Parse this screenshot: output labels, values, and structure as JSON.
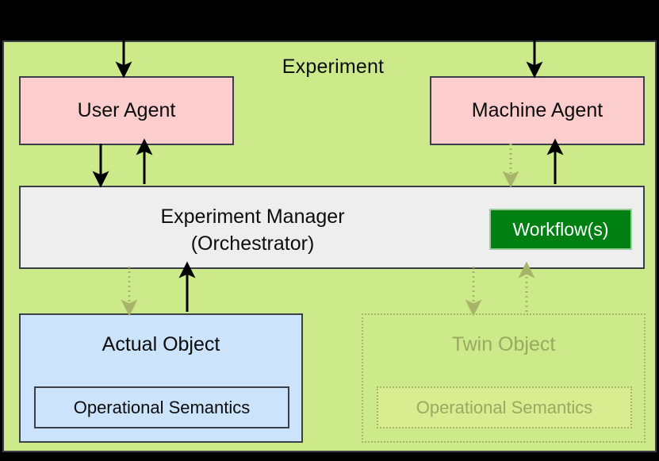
{
  "diagram": {
    "title": "Experiment",
    "background_color": "#000000",
    "frame_color": "#cdea8b",
    "border_color": "#3b4048"
  },
  "agents": {
    "user": {
      "label": "User Agent",
      "color": "#fccdcd"
    },
    "machine": {
      "label": "Machine Agent",
      "color": "#fccdcd"
    }
  },
  "manager": {
    "line1": "Experiment Manager",
    "line2": "(Orchestrator)",
    "color": "#eeeeee",
    "workflow": {
      "label": "Workflow(s)",
      "color": "#007f13",
      "text_color": "#ffffff"
    }
  },
  "actual_object": {
    "title": "Actual Object",
    "semantics": "Operational Semantics",
    "color": "#cce3fc"
  },
  "twin_object": {
    "title": "Twin Object",
    "semantics": "Operational Semantics",
    "color": "#cdea8b",
    "ghost_color": "#9aa862"
  },
  "connectors": {
    "solid_color": "#000000",
    "dotted_color": "#a8b46a",
    "items": [
      {
        "name": "external-to-user-agent",
        "style": "solid",
        "direction": "down"
      },
      {
        "name": "external-to-machine-agent",
        "style": "solid",
        "direction": "down"
      },
      {
        "name": "user-agent-to-manager",
        "style": "solid",
        "direction": "down"
      },
      {
        "name": "manager-to-user-agent",
        "style": "solid",
        "direction": "up"
      },
      {
        "name": "machine-agent-to-manager",
        "style": "dotted",
        "direction": "down"
      },
      {
        "name": "manager-to-machine-agent",
        "style": "solid",
        "direction": "up"
      },
      {
        "name": "manager-to-actual-object",
        "style": "dotted",
        "direction": "down"
      },
      {
        "name": "actual-object-to-manager",
        "style": "solid",
        "direction": "up"
      },
      {
        "name": "manager-to-twin-object",
        "style": "dotted",
        "direction": "down"
      },
      {
        "name": "twin-object-to-manager",
        "style": "dotted",
        "direction": "up"
      }
    ]
  }
}
